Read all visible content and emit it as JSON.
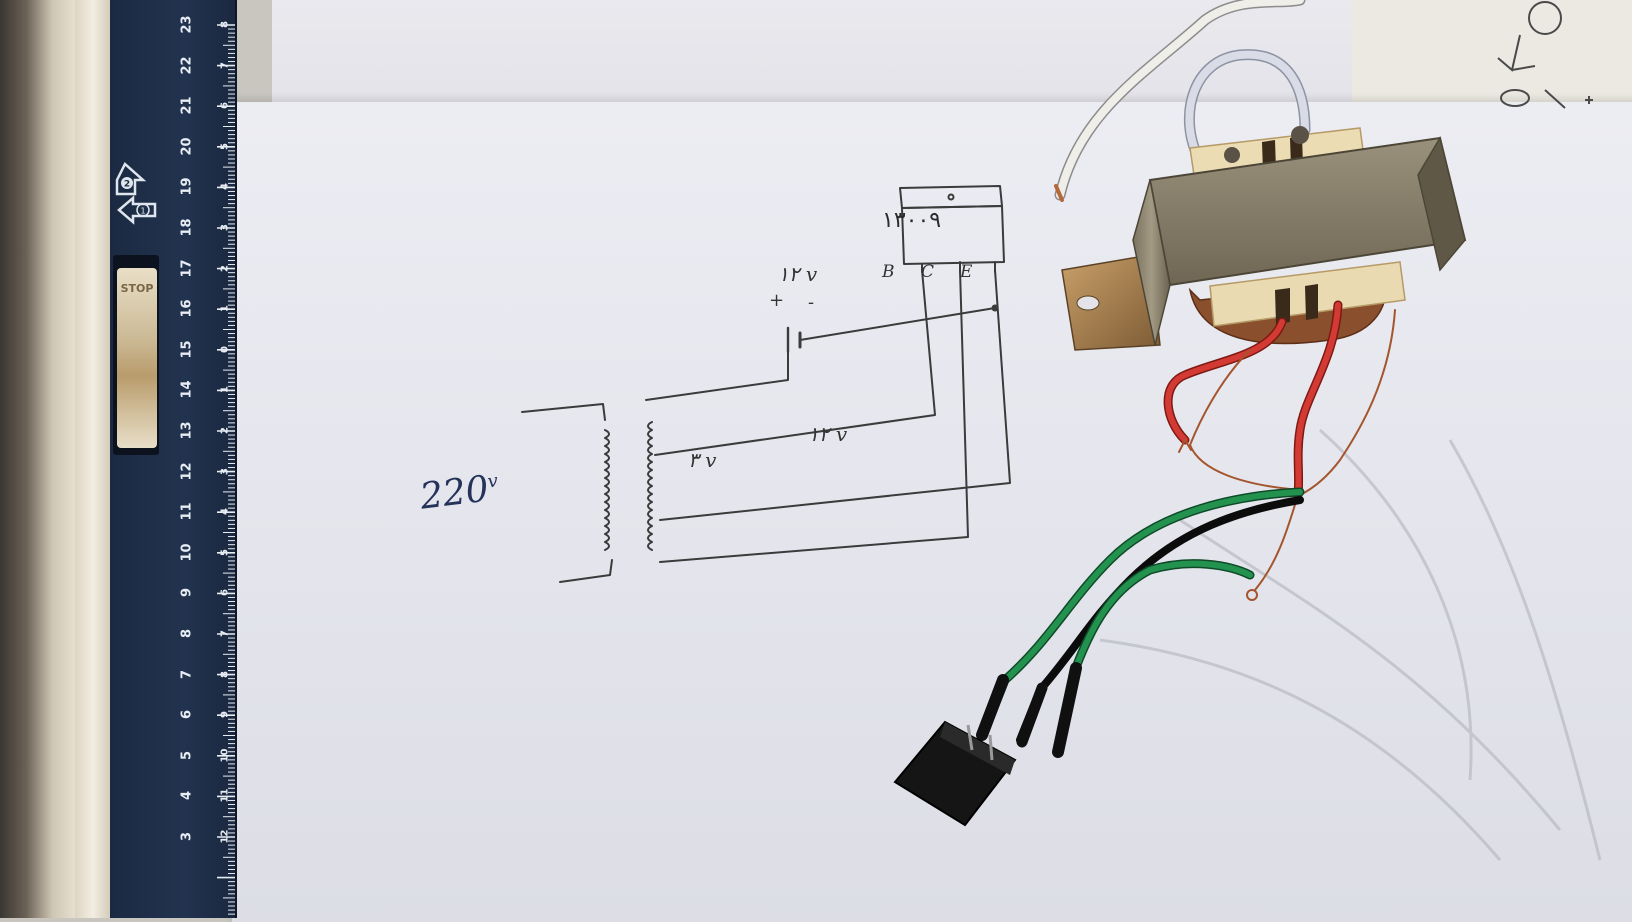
{
  "ruler": {
    "main_numbers": [
      "23",
      "22",
      "21",
      "20",
      "19",
      "18",
      "17",
      "16",
      "15",
      "14",
      "13",
      "12",
      "11",
      "10",
      "9",
      "8",
      "7",
      "6",
      "5",
      "4",
      "3"
    ],
    "sub_numbers": [
      "8",
      "7",
      "6",
      "5",
      "4",
      "3",
      "2",
      "1",
      "0",
      "1",
      "2",
      "3",
      "4",
      "5",
      "6",
      "7",
      "8",
      "9",
      "10",
      "11",
      "12"
    ],
    "stop_label": "STOP",
    "badge_numbers": [
      "2",
      "1"
    ]
  },
  "sketch": {
    "voltage_input": "220",
    "voltage_unit": "v",
    "transistor_part": "١٣٠٠٩",
    "pins": [
      "B",
      "C",
      "E"
    ],
    "secondary_voltage_1": "٣ v",
    "secondary_voltage_2": "١٢ v",
    "battery_voltage": "١٢ v",
    "battery_plus": "+",
    "battery_minus": "-"
  },
  "colors": {
    "ruler": "#1b2a42",
    "paper": "#e6e7ee",
    "pencil": "#3b3b3b",
    "transformer_metal": "#8a8068",
    "wire_red": "#d0312d",
    "wire_green": "#1f8a4c",
    "wire_white": "#ecebe6",
    "copper": "#b5673a",
    "transistor": "#121212"
  }
}
